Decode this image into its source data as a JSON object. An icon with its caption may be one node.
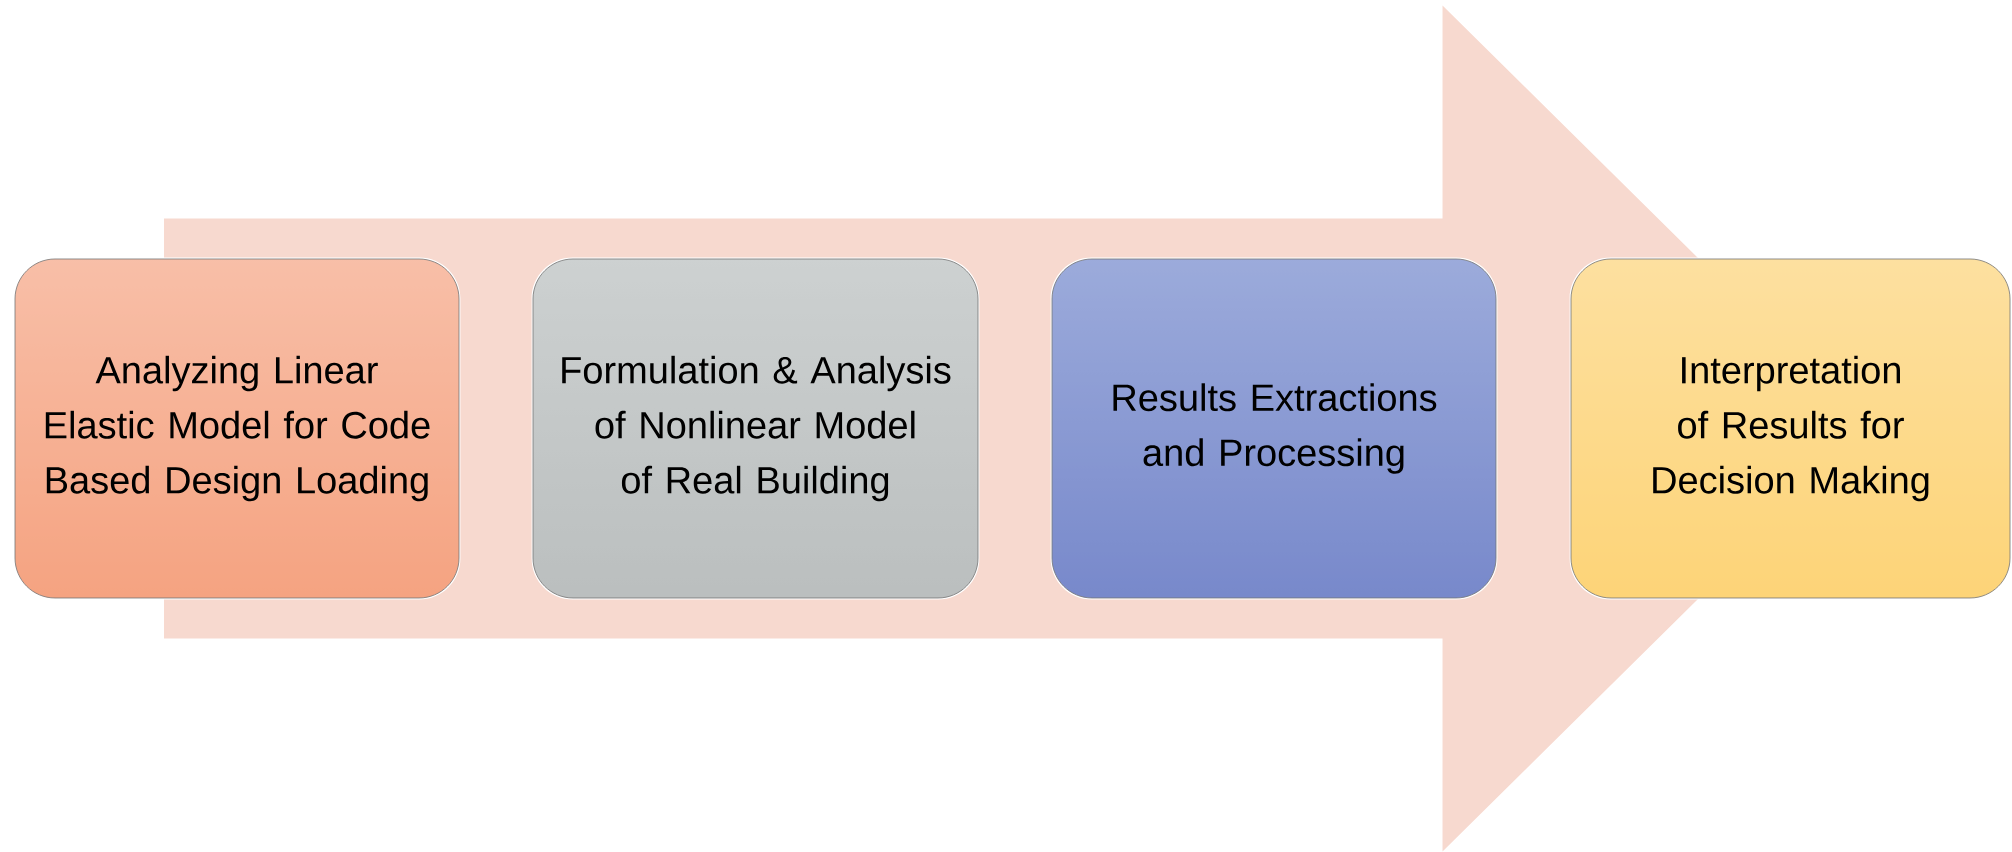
{
  "diagram": {
    "nodes": [
      {
        "text": [
          "Analyzing Linear Elastic Model for Code Based Design Loading"
        ]
      },
      {
        "text": [
          "Formulation & Analysis of Nonlinear Model of Real Building"
        ]
      },
      {
        "text": [
          "Results Extractions and Processing"
        ]
      },
      {
        "text": [
          "Interpretation of Results for Decision Making"
        ]
      }
    ],
    "edges": [
      {
        "from": 0,
        "to": 3,
        "arrow": "to"
      }
    ]
  }
}
